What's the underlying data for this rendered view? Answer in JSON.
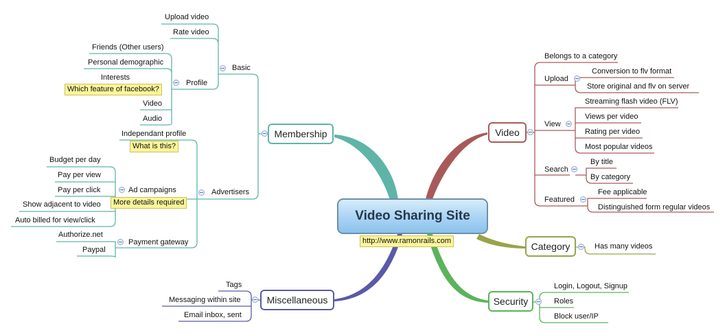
{
  "colors": {
    "membership": "#5fb4a8",
    "video": "#a85a5a",
    "category": "#9aa34a",
    "security": "#5bb35b",
    "misc": "#5a5aa8",
    "note_bg": "#fbf59a"
  },
  "central": {
    "title": "Video Sharing Site",
    "url": "http://www.ramonrails.com"
  },
  "membership": {
    "label": "Membership",
    "basic": {
      "label": "Basic",
      "upload_video": "Upload video",
      "rate_video": "Rate video",
      "profile": {
        "label": "Profile",
        "friends": "Friends (Other users)",
        "demographic": "Personal demographic",
        "interests": "Interests",
        "interests_note": "Which feature of facebook?",
        "video": "Video",
        "audio": "Audio"
      }
    },
    "advertisers": {
      "label": "Advertisers",
      "independent_profile": "Independant profile",
      "independent_note": "What is this?",
      "ad_campaigns": {
        "label": "Ad campaigns",
        "note": "More details required",
        "budget": "Budget per day",
        "ppv": "Pay per view",
        "ppc": "Pay per click",
        "adjacent": "Show adjacent to video",
        "auto_billed": "Auto billed for view/click"
      },
      "payment_gateway": {
        "label": "Payment gateway",
        "authorize": "Authorize.net",
        "paypal": "Paypal"
      }
    }
  },
  "misc": {
    "label": "Miscellaneous",
    "tags": "Tags",
    "messaging": "Messaging within site",
    "email": "Email inbox, sent"
  },
  "video": {
    "label": "Video",
    "belongs": "Belongs to a category",
    "upload": {
      "label": "Upload",
      "convert": "Conversion to flv format",
      "store": "Store original and flv on server"
    },
    "view": {
      "label": "View",
      "streaming": "Streaming flash video (FLV)",
      "views": "Views per video",
      "rating": "Rating per video",
      "popular": "Most popular videos"
    },
    "search": {
      "label": "Search",
      "by_title": "By title",
      "by_category": "By category"
    },
    "featured": {
      "label": "Featured",
      "fee": "Fee applicable",
      "distinguished": "Distinguished form regular videos"
    }
  },
  "category": {
    "label": "Category",
    "many": "Has many videos"
  },
  "security": {
    "label": "Security",
    "login": "Login, Logout, Signup",
    "roles": "Roles",
    "block": "Block user/IP"
  }
}
